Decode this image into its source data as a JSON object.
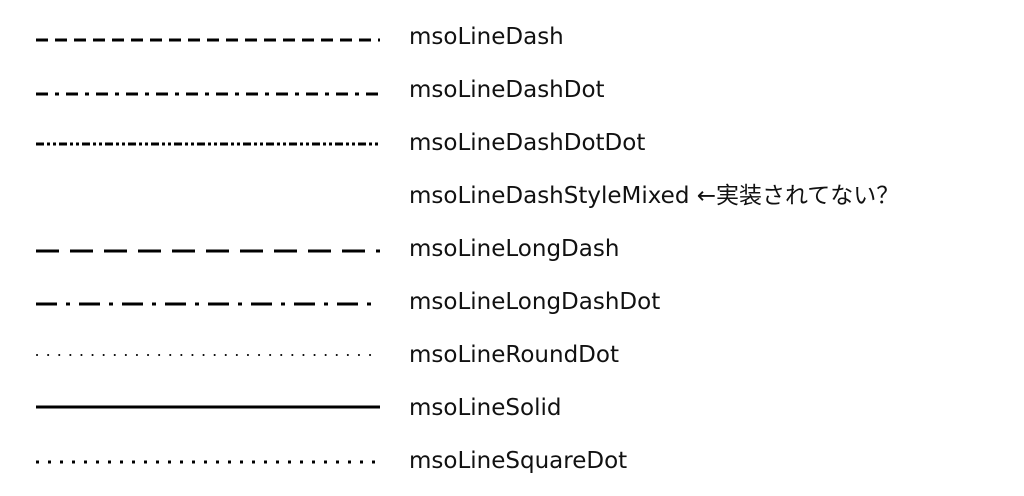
{
  "line_styles": [
    {
      "name": "msoLineDash",
      "style": "dash"
    },
    {
      "name": "msoLineDashDot",
      "style": "dash-dot"
    },
    {
      "name": "msoLineDashDotDot",
      "style": "dash-dot-dot"
    },
    {
      "name": "msoLineDashStyleMixed ←実装されてない？",
      "style": "none"
    },
    {
      "name": "msoLineLongDash",
      "style": "long-dash"
    },
    {
      "name": "msoLineLongDashDot",
      "style": "long-dash-dot"
    },
    {
      "name": "msoLineRoundDot",
      "style": "round-dot"
    },
    {
      "name": "msoLineSolid",
      "style": "solid"
    },
    {
      "name": "msoLineSquareDot",
      "style": "square-dot"
    }
  ],
  "colors": {
    "line": "#000000",
    "text": "#111111",
    "background": "#ffffff"
  }
}
